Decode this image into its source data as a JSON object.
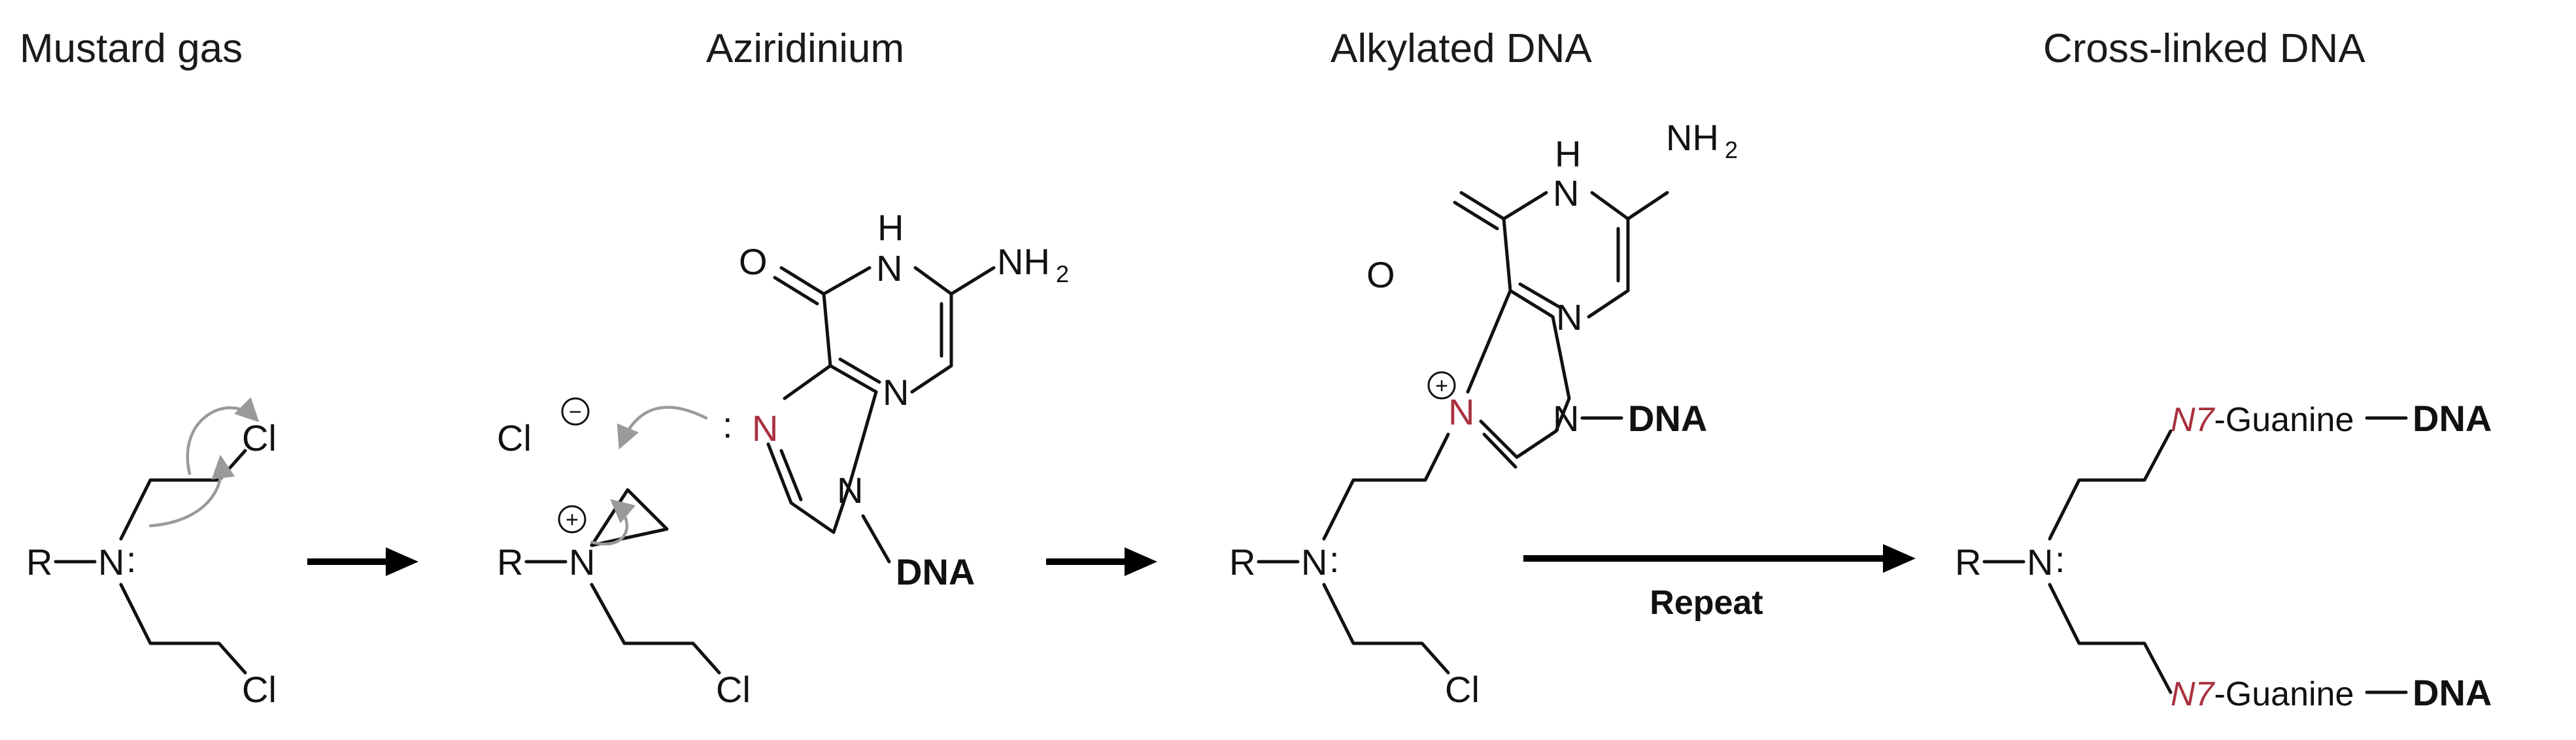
{
  "stages": {
    "mustard_gas": "Mustard gas",
    "aziridinium": "Aziridinium",
    "alkylated_dna": "Alkylated DNA",
    "cross_linked_dna": "Cross-linked DNA"
  },
  "atoms": {
    "R": "R",
    "N": "N",
    "Cl": "Cl",
    "O": "O",
    "H": "H",
    "NH": "NH",
    "sub2": "2",
    "DNA": "DNA",
    "lone_pair": ":",
    "plus": "+",
    "minus": "−"
  },
  "labels": {
    "n7": "N7",
    "guanine": "-Guanine",
    "repeat": "Repeat"
  },
  "colors": {
    "n7_red": "#a8323e",
    "curly_arrow_gray": "#9a9a9a",
    "ink": "#111111"
  }
}
